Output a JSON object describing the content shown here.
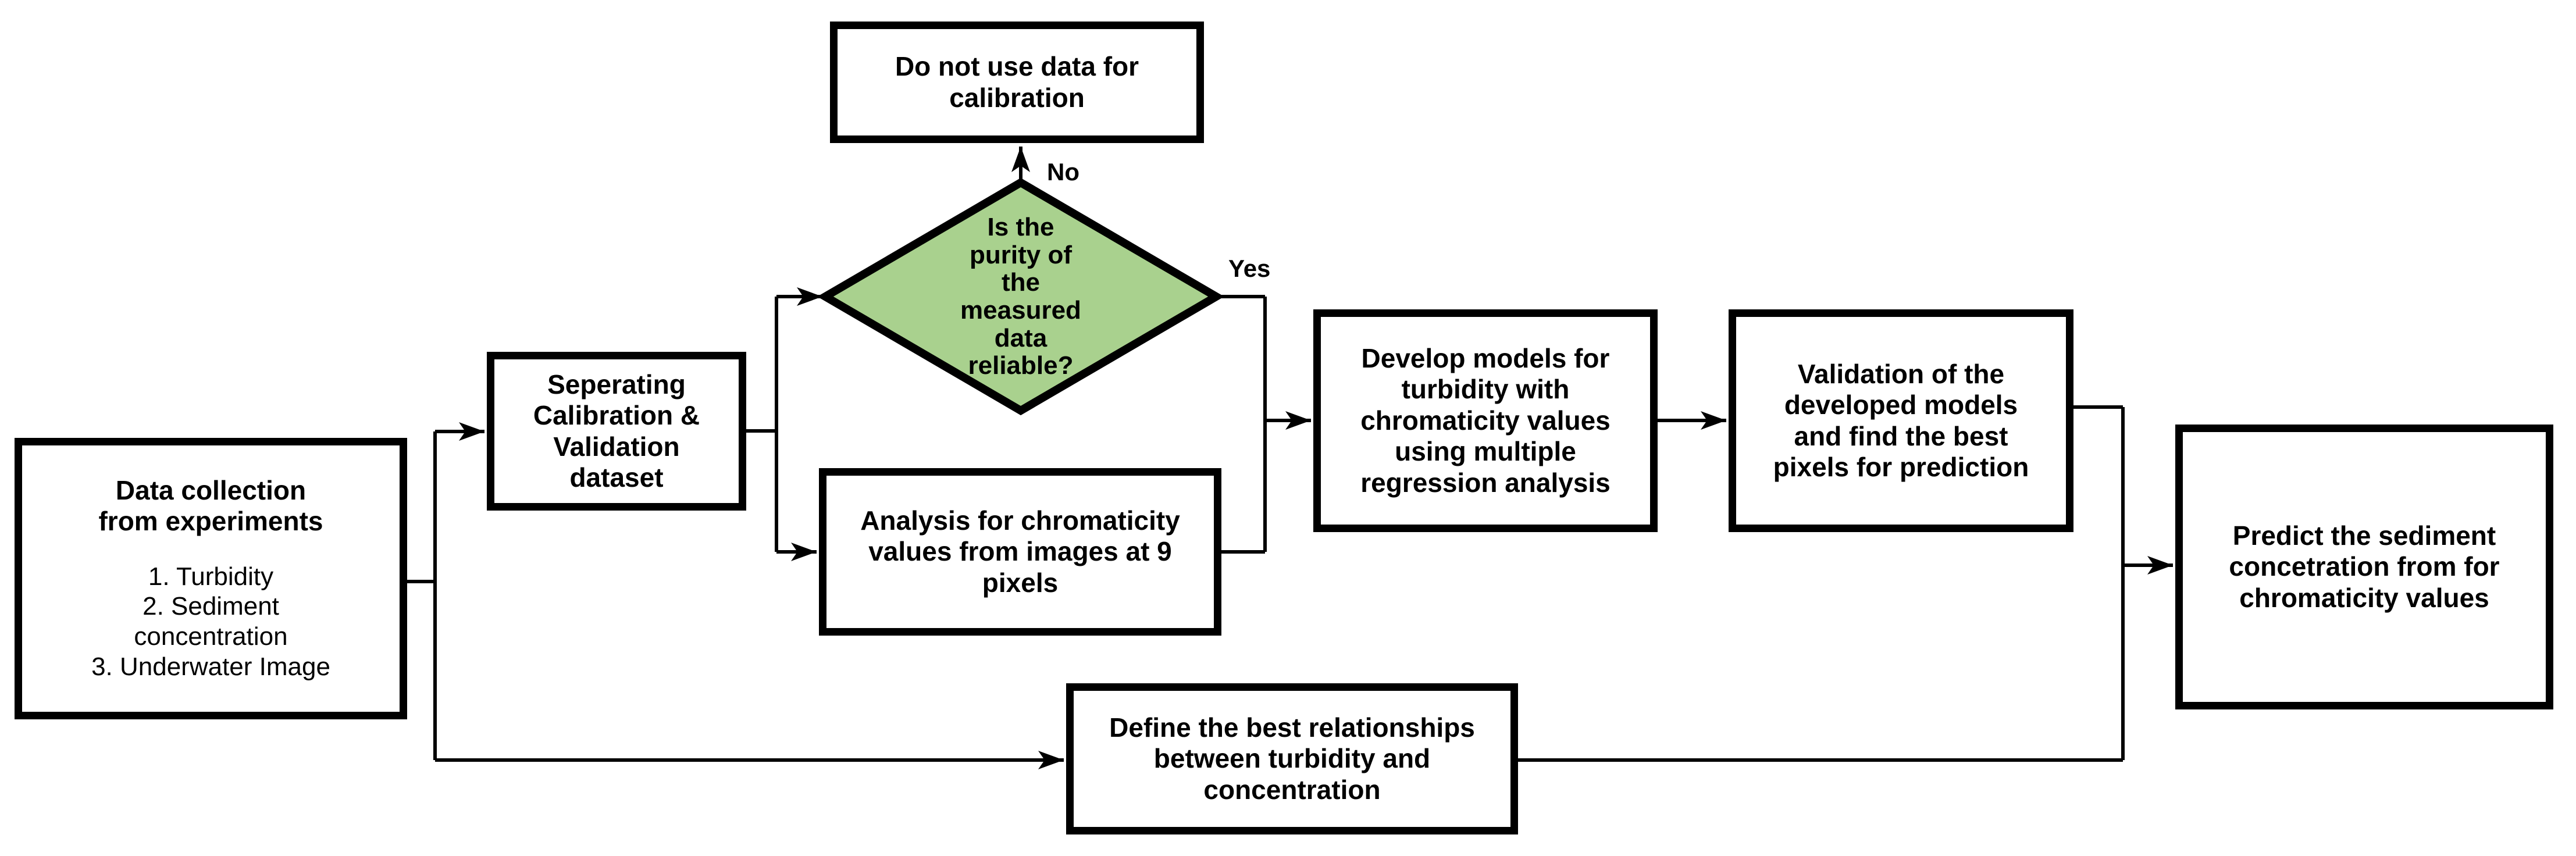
{
  "diagram": {
    "decision_labels": {
      "no": "No",
      "yes": "Yes"
    },
    "colors": {
      "decision_fill": "#a9d18e",
      "border": "#000000",
      "box_fill": "#ffffff"
    },
    "nodes": {
      "data_collection": {
        "title": "Data collection\nfrom experiments",
        "items": [
          "1.  Turbidity",
          "2.  Sediment\nconcentration",
          "3.  Underwater Image"
        ]
      },
      "separating": {
        "label": "Seperating\nCalibration &\nValidation\ndataset"
      },
      "decision": {
        "label": "Is the\npurity of\nthe\nmeasured\ndata\nreliable?"
      },
      "do_not_use": {
        "label": "Do not use data for\ncalibration"
      },
      "analysis": {
        "label": "Analysis for chromaticity\nvalues from images at 9\npixels"
      },
      "develop": {
        "label": "Develop models for\nturbidity with\nchromaticity values\nusing multiple\nregression analysis"
      },
      "validation": {
        "label": "Validation of the\ndeveloped models\nand find the best\npixels for prediction"
      },
      "predict": {
        "label": "Predict the sediment\nconcetration from for\nchromaticity values"
      },
      "define": {
        "label": "Define the best relationships\nbetween turbidity and\nconcentration"
      }
    }
  }
}
